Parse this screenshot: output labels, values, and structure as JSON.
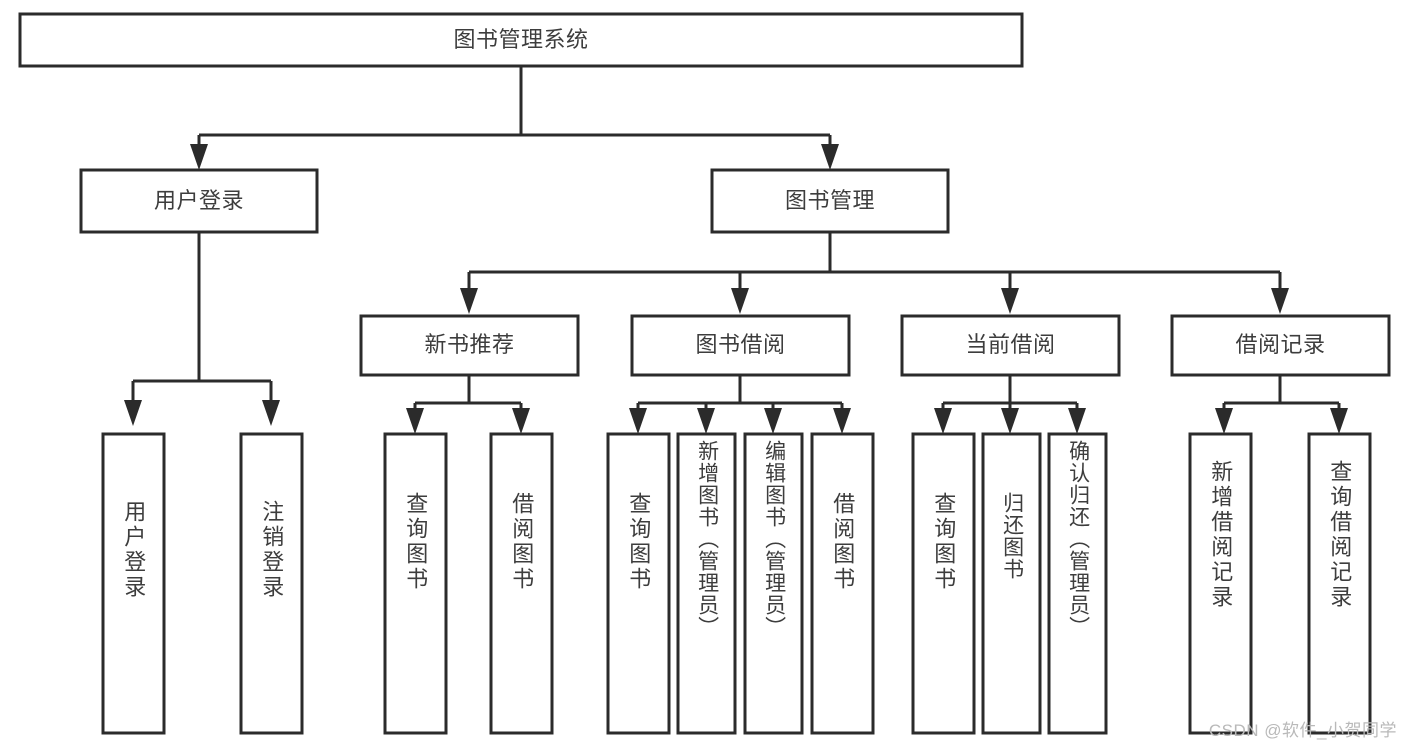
{
  "diagram": {
    "type": "tree-hierarchy",
    "title": "图书管理系统",
    "watermark": "CSDN @软件_小贺同学",
    "colors": {
      "stroke": "#2b2b2b",
      "fill": "#ffffff",
      "text": "#3d3d3d",
      "watermark": "#b9b9b9"
    },
    "levels": [
      {
        "level": 1,
        "nodes": [
          {
            "id": "root",
            "label": "图书管理系统",
            "orientation": "horizontal"
          }
        ]
      },
      {
        "level": 2,
        "nodes": [
          {
            "id": "login",
            "label": "用户登录",
            "orientation": "horizontal",
            "parent": "root"
          },
          {
            "id": "bookmgmt",
            "label": "图书管理",
            "orientation": "horizontal",
            "parent": "root"
          }
        ]
      },
      {
        "level": 3,
        "nodes": [
          {
            "id": "newbook",
            "label": "新书推荐",
            "orientation": "horizontal",
            "parent": "bookmgmt"
          },
          {
            "id": "borrow",
            "label": "图书借阅",
            "orientation": "horizontal",
            "parent": "bookmgmt"
          },
          {
            "id": "current",
            "label": "当前借阅",
            "orientation": "horizontal",
            "parent": "bookmgmt"
          },
          {
            "id": "record",
            "label": "借阅记录",
            "orientation": "horizontal",
            "parent": "bookmgmt"
          }
        ]
      },
      {
        "level": 4,
        "nodes": [
          {
            "id": "leaf1",
            "label": "用户登录",
            "orientation": "vertical",
            "parent": "login"
          },
          {
            "id": "leaf2",
            "label": "注销登录",
            "orientation": "vertical",
            "parent": "login"
          },
          {
            "id": "leaf3",
            "label": "查询图书",
            "orientation": "vertical",
            "parent": "newbook"
          },
          {
            "id": "leaf4",
            "label": "借阅图书",
            "orientation": "vertical",
            "parent": "newbook"
          },
          {
            "id": "leaf5",
            "label": "查询图书",
            "orientation": "vertical",
            "parent": "borrow"
          },
          {
            "id": "leaf6",
            "label": "新增图书（管理员）",
            "orientation": "vertical",
            "parent": "borrow"
          },
          {
            "id": "leaf7",
            "label": "编辑图书（管理员）",
            "orientation": "vertical",
            "parent": "borrow"
          },
          {
            "id": "leaf8",
            "label": "借阅图书",
            "orientation": "vertical",
            "parent": "borrow"
          },
          {
            "id": "leaf9",
            "label": "查询图书",
            "orientation": "vertical",
            "parent": "current"
          },
          {
            "id": "leaf10",
            "label": "归还图书",
            "orientation": "vertical",
            "parent": "current"
          },
          {
            "id": "leaf11",
            "label": "确认归还（管理员）",
            "orientation": "vertical",
            "parent": "current"
          },
          {
            "id": "leaf12",
            "label": "新增借阅记录",
            "orientation": "vertical",
            "parent": "record"
          },
          {
            "id": "leaf13",
            "label": "查询借阅记录",
            "orientation": "vertical",
            "parent": "record"
          }
        ]
      }
    ]
  }
}
